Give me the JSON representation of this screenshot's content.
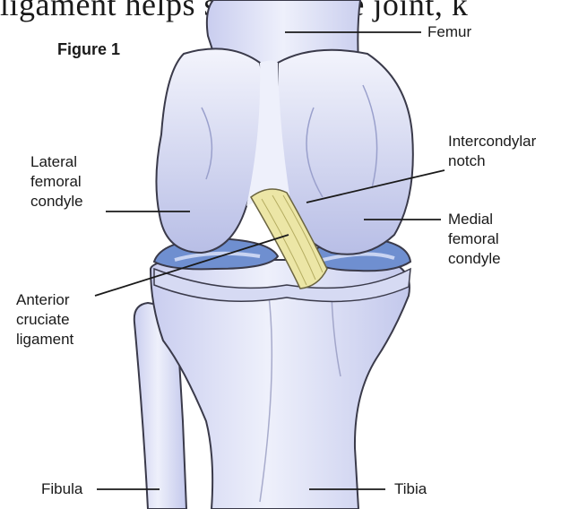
{
  "header_text": "ligament helps stabilize the joint, k",
  "figure_title": "Figure 1",
  "labels": {
    "femur": "Femur",
    "intercondylar_notch": [
      "Intercondylar",
      "notch"
    ],
    "lateral_femoral_condyle": [
      "Lateral",
      "femoral",
      "condyle"
    ],
    "medial_femoral_condyle": [
      "Medial",
      "femoral",
      "condyle"
    ],
    "anterior_cruciate_ligament": [
      "Anterior",
      "cruciate",
      "ligament"
    ],
    "fibula": "Fibula",
    "tibia": "Tibia"
  },
  "colors": {
    "bone": "#dfe3f7",
    "bone_shade": "#b9bfe6",
    "outline": "#3a3a4a",
    "meniscus": "#5d7fc4",
    "ligament": "#e8e2a0"
  }
}
